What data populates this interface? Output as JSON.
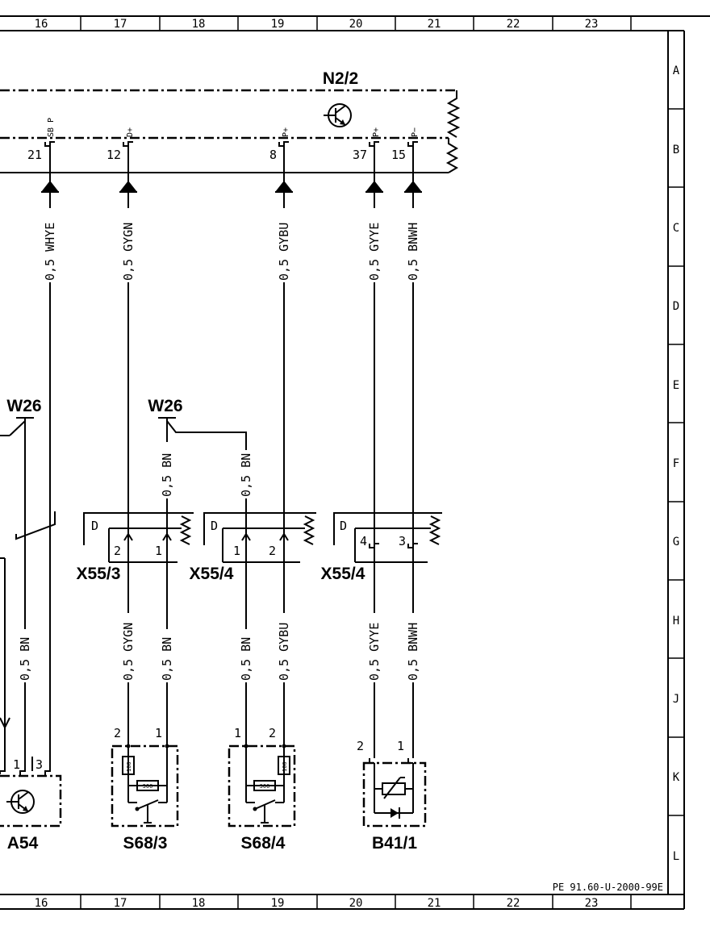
{
  "grid": {
    "columns": [
      "16",
      "17",
      "18",
      "19",
      "20",
      "21",
      "22",
      "23"
    ],
    "rows": [
      "A",
      "B",
      "C",
      "D",
      "E",
      "F",
      "G",
      "H",
      "J",
      "K",
      "L"
    ]
  },
  "document_ref": "PE 91.60-U-2000-99E",
  "components": {
    "n2_2": "N2/2",
    "w26_left": "W26",
    "w26_mid": "W26",
    "x55_3": "X55/3",
    "x55_4a": "X55/4",
    "x55_4b": "X55/4",
    "a54": "A54",
    "s68_3": "S68/3",
    "s68_4": "S68/4",
    "b41_1": "B41/1"
  },
  "n2_pins": [
    {
      "num": "21",
      "sig": "SB P"
    },
    {
      "num": "12",
      "sig": "D+"
    },
    {
      "num": "8",
      "sig": "P+"
    },
    {
      "num": "37",
      "sig": "P+"
    },
    {
      "num": "15",
      "sig": "P−"
    }
  ],
  "upper_wires": [
    "0,5 WHYE",
    "0,5 GYGN",
    "0,5 GYBU",
    "0,5 GYYE",
    "0,5 BNWH"
  ],
  "w26_wires": [
    "0,5 BN",
    "0,5 BN"
  ],
  "connector_d": [
    "D",
    "D",
    "D"
  ],
  "connector_pins": [
    "2",
    "1",
    "1",
    "2",
    "4",
    "3"
  ],
  "lower_wires": {
    "a54_bn": "0,5 BN",
    "s68_3_gygn": "0,5 GYGN",
    "s68_3_bn": "0,5 BN",
    "s68_4_bn": "0,5 BN",
    "s68_4_gybu": "0,5 GYBU",
    "b41_gyye": "0,5 GYYE",
    "b41_bnwh": "0,5 BNWH"
  },
  "a54_pins": [
    "1",
    "3"
  ],
  "s68_3_pins": [
    "2",
    "1"
  ],
  "s68_4_pins": [
    "1",
    "2"
  ],
  "b41_pins": [
    "2",
    "1"
  ],
  "resistor_labels": {
    "s68_3_r1": "100",
    "s68_3_r2": "300",
    "s68_4_r1": "100",
    "s68_4_r2": "300"
  }
}
